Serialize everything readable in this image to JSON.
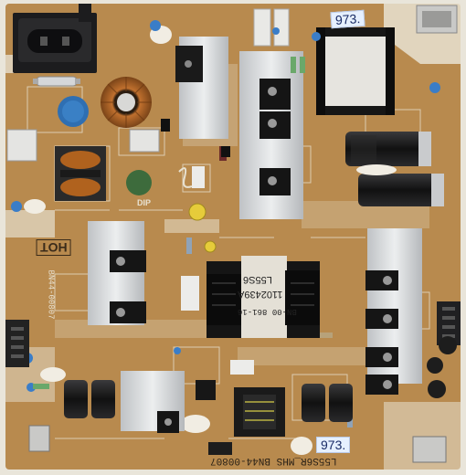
{
  "labels": {
    "sticker_top": "973.",
    "sticker_bottom": "973.",
    "part_number_bottom": "L55S6R_MHS BN44-00807",
    "transformer_top_line": "L55S6",
    "transformer_bottom_line": "1102439A",
    "transformer_code": "BN-00 861-16",
    "hot_marker": "HOT",
    "board_code_left": "BN44-00807",
    "dip_marker": "DIP"
  },
  "colors": {
    "pcb": "#b88a4e",
    "silkscreen": "#e8e2d2",
    "heatsink": "#d7d9db",
    "capacitor_black": "#1b1b1d",
    "tag_blue": "#e6f0ff"
  }
}
